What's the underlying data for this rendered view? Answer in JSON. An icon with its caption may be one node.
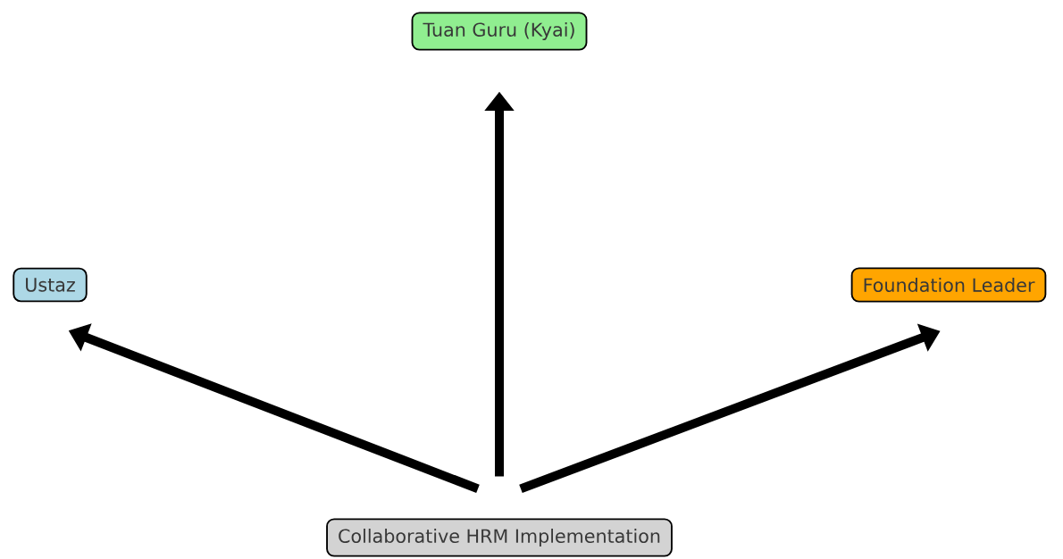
{
  "diagram": {
    "nodes": [
      {
        "text": [
          "Collaborative HRM Implementation"
        ]
      },
      {
        "text": [
          "Tuan Guru (Kyai)"
        ]
      },
      {
        "text": [
          "Ustaz"
        ]
      },
      {
        "text": [
          "Foundation Leader"
        ]
      }
    ],
    "edges": [
      {
        "from": 0,
        "to": 1,
        "arrow": "to"
      },
      {
        "from": 0,
        "to": 2,
        "arrow": "to"
      },
      {
        "from": 0,
        "to": 3,
        "arrow": "to"
      }
    ]
  }
}
